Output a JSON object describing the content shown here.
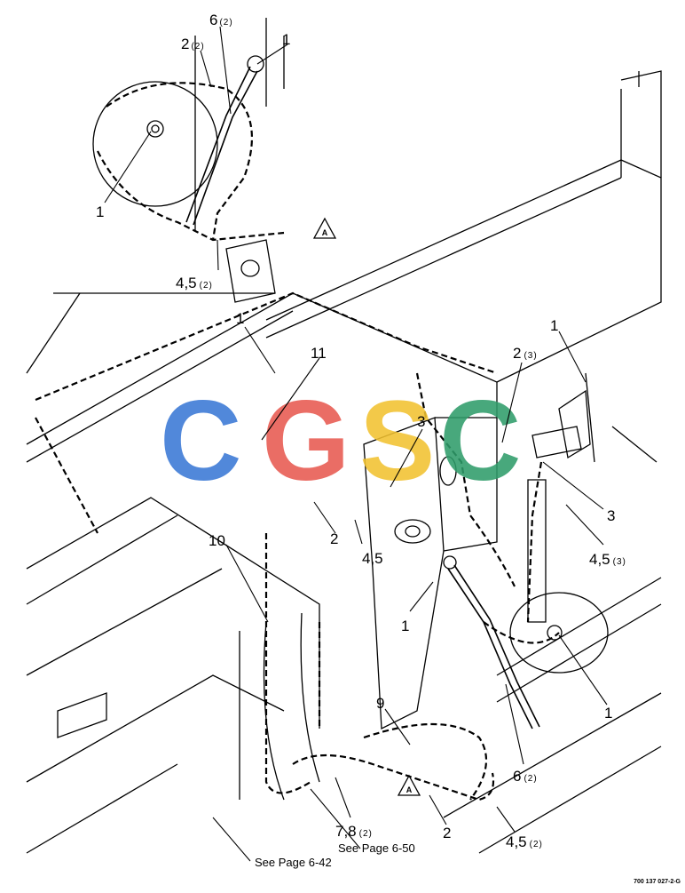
{
  "figure_id": "700 137 027-2-G",
  "watermark": {
    "letters": [
      "C",
      "G",
      "S",
      "C"
    ],
    "colors": [
      "#3a78d6",
      "#e85a50",
      "#f2c230",
      "#2f9d6a"
    ]
  },
  "callouts": [
    {
      "id": "c6-top",
      "num": "6",
      "qty": "(2)"
    },
    {
      "id": "c2-top",
      "num": "2",
      "qty": "(2)"
    },
    {
      "id": "c1-top-right",
      "num": "1",
      "qty": ""
    },
    {
      "id": "c1-top-left",
      "num": "1",
      "qty": ""
    },
    {
      "id": "c45-top",
      "num": "4,5",
      "qty": "(2)"
    },
    {
      "id": "c1-mid-left",
      "num": "1",
      "qty": ""
    },
    {
      "id": "c11",
      "num": "11",
      "qty": ""
    },
    {
      "id": "c1-right",
      "num": "1",
      "qty": ""
    },
    {
      "id": "c2-right",
      "num": "2",
      "qty": "(3)"
    },
    {
      "id": "c3-center",
      "num": "3",
      "qty": ""
    },
    {
      "id": "c3-right",
      "num": "3",
      "qty": ""
    },
    {
      "id": "c45-right",
      "num": "4,5",
      "qty": "(3)"
    },
    {
      "id": "c2-center",
      "num": "2",
      "qty": ""
    },
    {
      "id": "c45-center",
      "num": "4,5",
      "qty": ""
    },
    {
      "id": "c10",
      "num": "10",
      "qty": ""
    },
    {
      "id": "c1-center",
      "num": "1",
      "qty": ""
    },
    {
      "id": "c1-lower-right",
      "num": "1",
      "qty": ""
    },
    {
      "id": "c9",
      "num": "9",
      "qty": ""
    },
    {
      "id": "c6-bottom",
      "num": "6",
      "qty": "(2)"
    },
    {
      "id": "c78",
      "num": "7,8",
      "qty": "(2)"
    },
    {
      "id": "c2-bottom",
      "num": "2",
      "qty": ""
    },
    {
      "id": "c45-bottom",
      "num": "4,5",
      "qty": "(2)"
    }
  ],
  "detail_markers": [
    {
      "id": "marker-a-top",
      "label": "A"
    },
    {
      "id": "marker-a-bottom",
      "label": "A"
    }
  ],
  "references": [
    {
      "id": "ref-650",
      "text": "See Page 6-50"
    },
    {
      "id": "ref-642",
      "text": "See Page 6-42"
    }
  ]
}
